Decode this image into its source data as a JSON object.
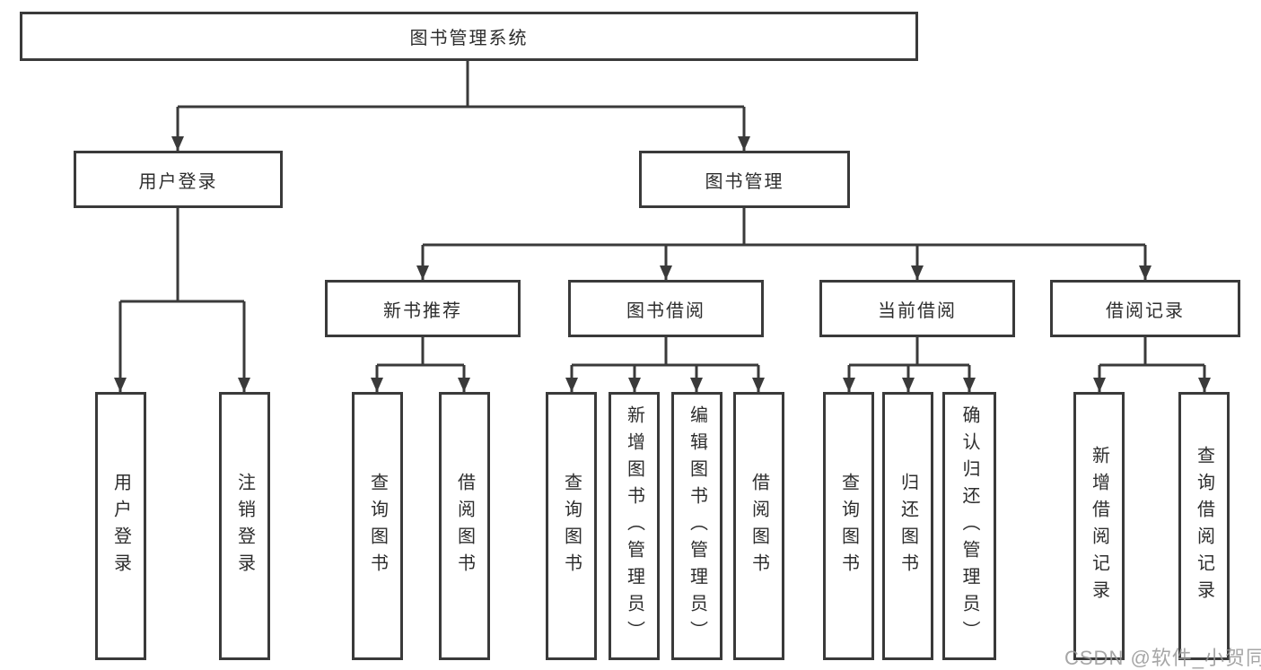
{
  "tree": {
    "label": "图书管理系统",
    "children": [
      {
        "label": "用户登录",
        "children": [
          {
            "label": "用户登录"
          },
          {
            "label": "注销登录"
          }
        ]
      },
      {
        "label": "图书管理",
        "children": [
          {
            "label": "新书推荐",
            "children": [
              {
                "label": "查询图书"
              },
              {
                "label": "借阅图书"
              }
            ]
          },
          {
            "label": "图书借阅",
            "children": [
              {
                "label": "查询图书"
              },
              {
                "label": "新增图书（管理员）"
              },
              {
                "label": "编辑图书（管理员）"
              },
              {
                "label": "借阅图书"
              }
            ]
          },
          {
            "label": "当前借阅",
            "children": [
              {
                "label": "查询图书"
              },
              {
                "label": "归还图书"
              },
              {
                "label": "确认归还（管理员）"
              }
            ]
          },
          {
            "label": "借阅记录",
            "children": [
              {
                "label": "新增借阅记录"
              },
              {
                "label": "查询借阅记录"
              }
            ]
          }
        ]
      }
    ]
  },
  "watermark": {
    "text": "CSDN @软件_小贺同学"
  },
  "colors": {
    "line": "#3a3a3a",
    "box_border": "#3a3a3a",
    "box_fill": "#ffffff",
    "text": "#2d2d2d",
    "watermark": "#969696",
    "background": "#ffffff"
  }
}
